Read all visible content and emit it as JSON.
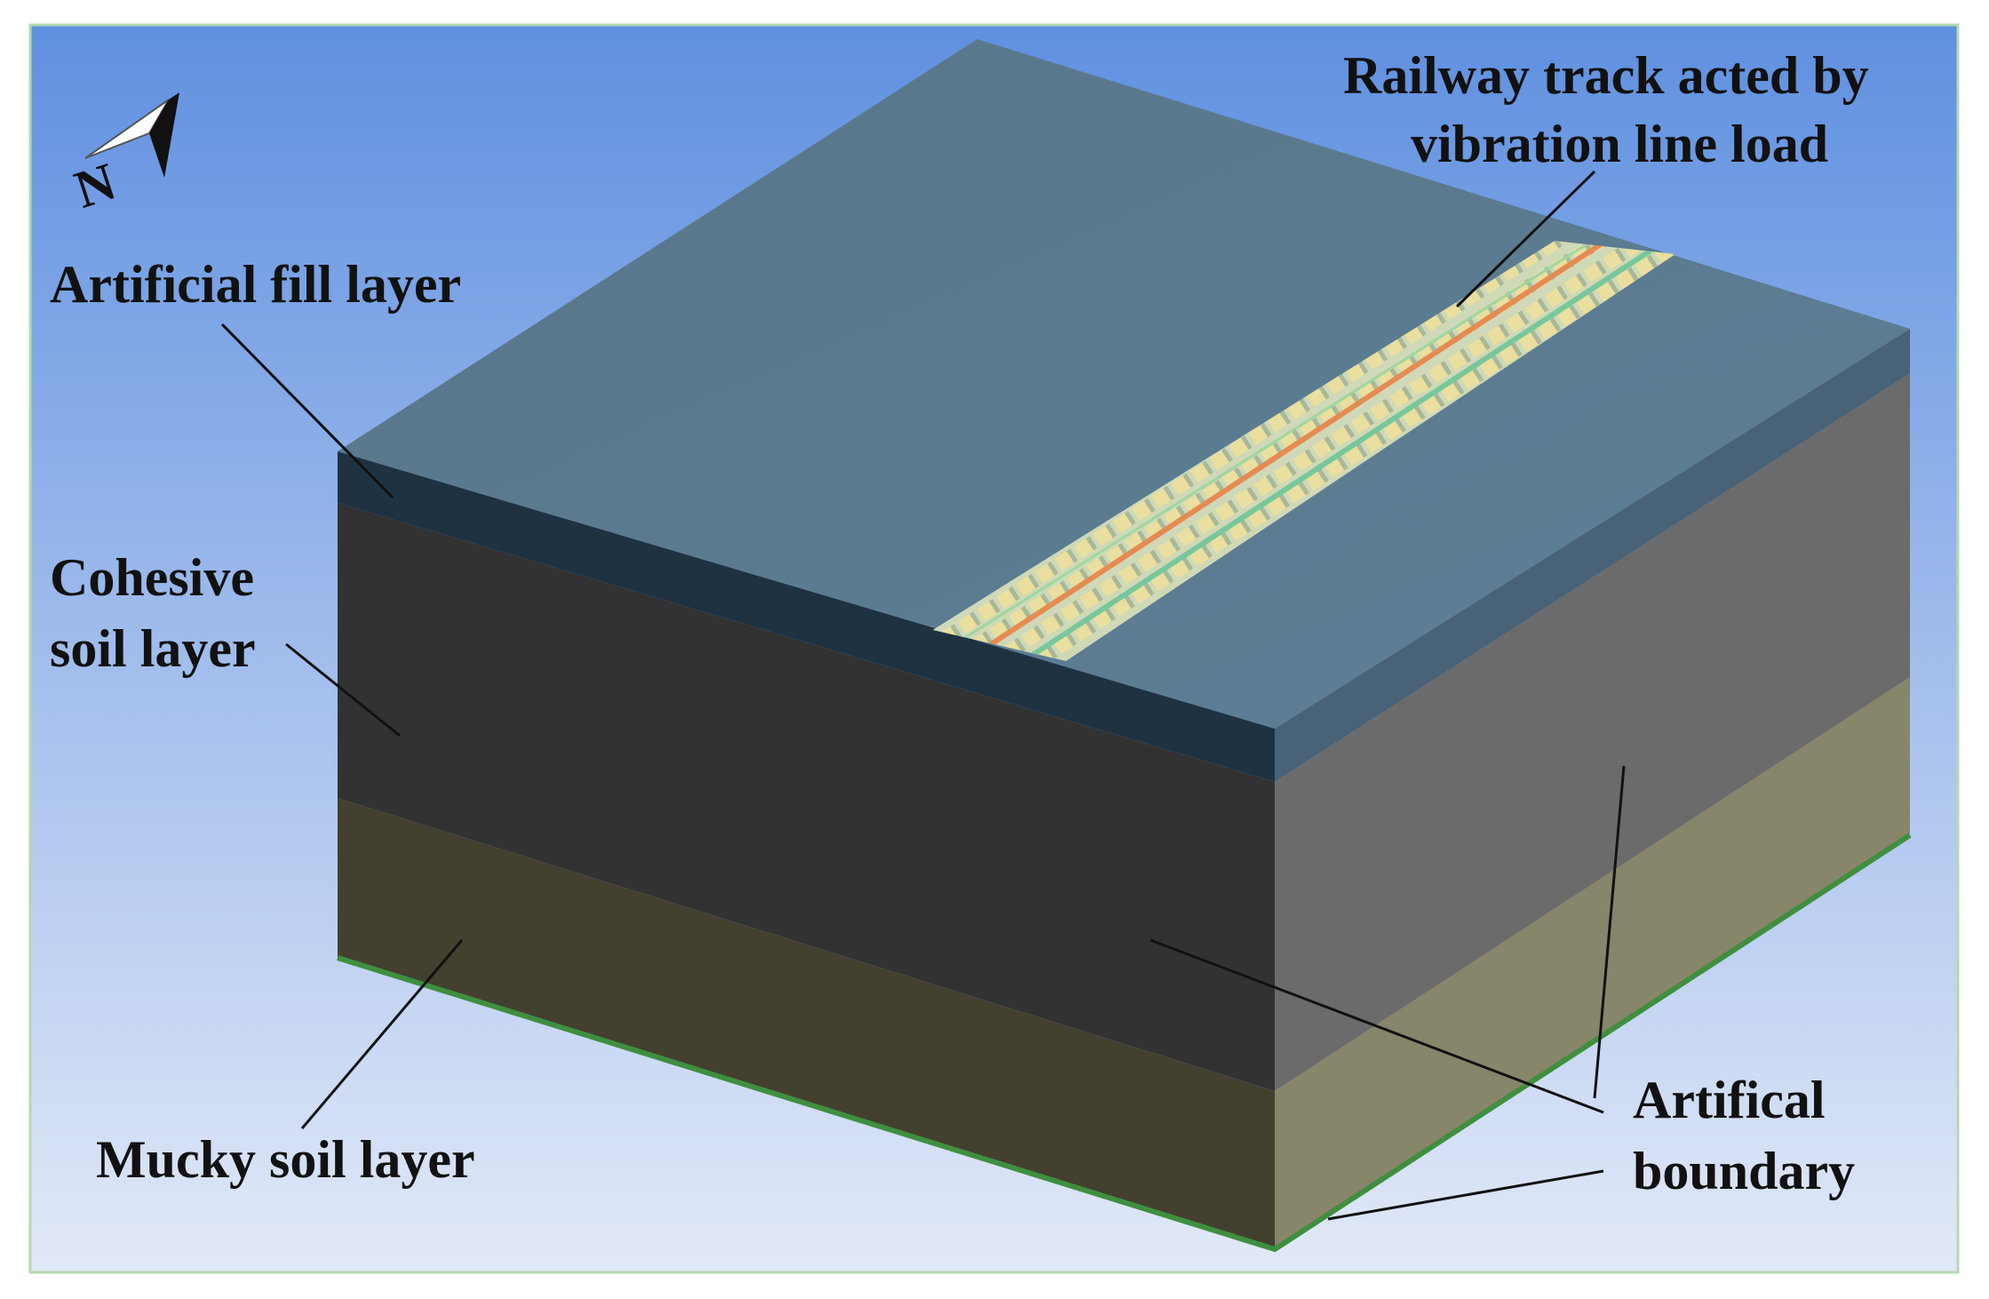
{
  "labels": {
    "railway_line1": "Railway track acted by",
    "railway_line2": "vibration line load",
    "artificial_fill": "Artificial fill layer",
    "cohesive_line1": "Cohesive",
    "cohesive_line2": "soil layer",
    "mucky": "Mucky soil layer",
    "boundary_line1": "Artifical",
    "boundary_line2": "boundary",
    "north_letter": "N"
  },
  "colors": {
    "sky_top": "#5f90e0",
    "sky_bottom": "#e2e9f8",
    "top_surface": "#5b7a90",
    "fill_layer_front": "#1f3242",
    "fill_layer_right": "#486277",
    "cohesive_front": "#323232",
    "cohesive_right": "#6b6b6b",
    "mucky_front": "#434030",
    "mucky_right": "#87856a",
    "boundary": "#3f8f3f",
    "rail_orange": "#e58b52",
    "rail_green": "#77c79b",
    "sleeper": "#e8dca0"
  }
}
